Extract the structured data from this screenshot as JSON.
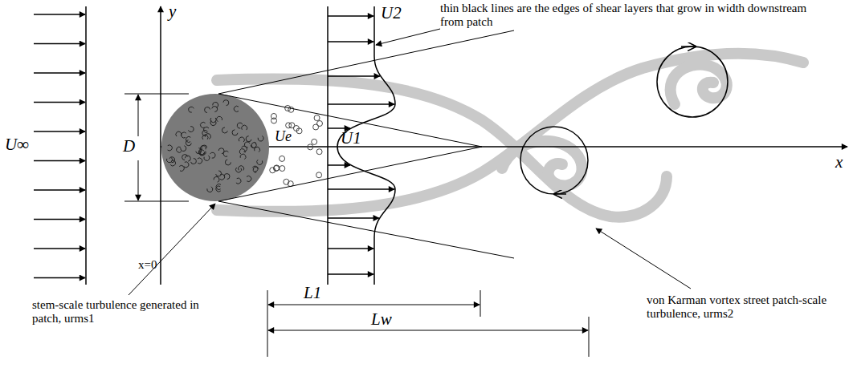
{
  "diagram": {
    "labels": [
      "thin black lines are the edges of shear layers that grow in width downstream from patch",
      "y",
      "U2",
      "U∞",
      "D",
      "Ue",
      "U1",
      "x",
      "x=0",
      "stem-scale turbulence generated in patch, urms1",
      "L1",
      "Lw",
      "von Karman vortex street patch-scale turbulence, urms2"
    ]
  }
}
